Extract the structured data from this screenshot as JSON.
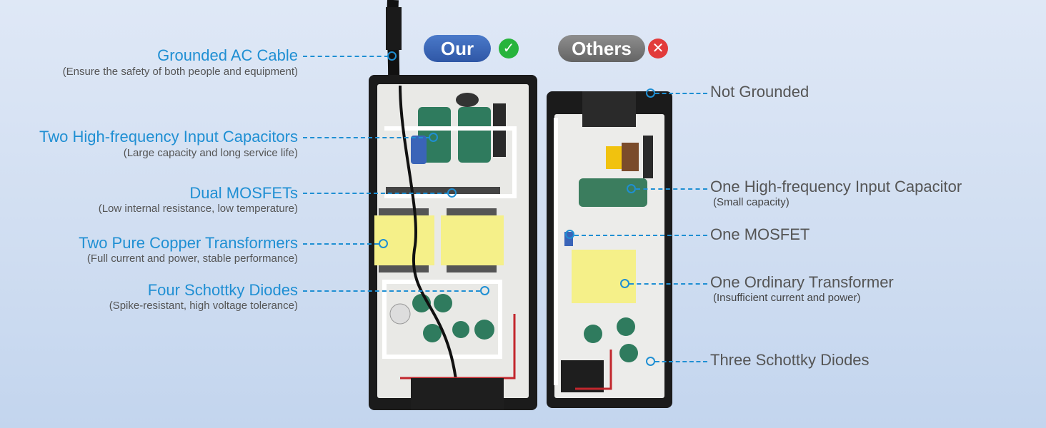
{
  "header": {
    "our_label": "Our",
    "others_label": "Others",
    "our_icon": "check-icon",
    "others_icon": "cross-icon",
    "our_color": "#3a67b9",
    "others_color": "#777777",
    "check_color": "#27b43c",
    "cross_color": "#e23b3b"
  },
  "left_labels": [
    {
      "title": "Grounded AC Cable",
      "subtitle": "(Ensure the safety of both people and equipment)"
    },
    {
      "title": "Two High-frequency Input Capacitors",
      "subtitle": "(Large capacity and long service life)"
    },
    {
      "title": "Dual MOSFETs",
      "subtitle": "(Low internal resistance, low temperature)"
    },
    {
      "title": "Two Pure Copper Transformers",
      "subtitle": "(Full current and power, stable performance)"
    },
    {
      "title": "Four Schottky Diodes",
      "subtitle": "(Spike-resistant, high voltage tolerance)"
    }
  ],
  "right_labels": [
    {
      "title": "Not Grounded",
      "subtitle": ""
    },
    {
      "title": "One High-frequency Input Capacitor",
      "subtitle": "(Small capacity)"
    },
    {
      "title": "One MOSFET",
      "subtitle": ""
    },
    {
      "title": "One Ordinary Transformer",
      "subtitle": "(Insufficient current and power)"
    },
    {
      "title": "Three Schottky Diodes",
      "subtitle": ""
    }
  ],
  "accent_color": "#1f8fd3"
}
